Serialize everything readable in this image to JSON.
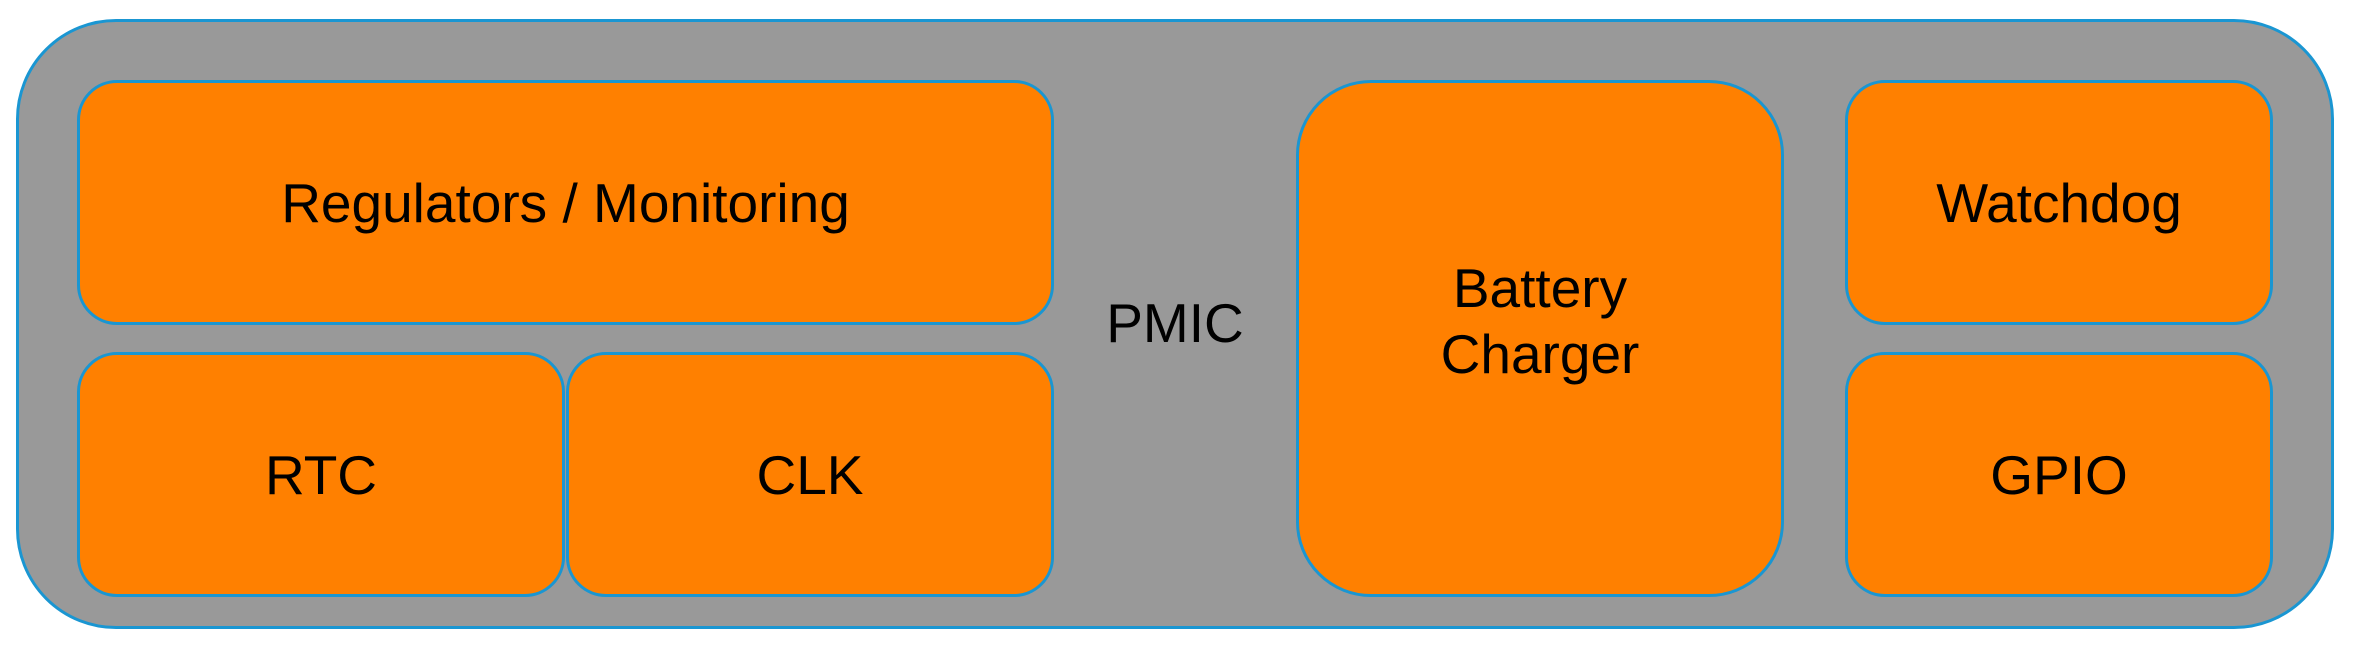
{
  "diagram": {
    "container_label": "PMIC",
    "blocks": {
      "regulators": "Regulators / Monitoring",
      "rtc": "RTC",
      "clk": "CLK",
      "battery_line1": "Battery",
      "battery_line2": "Charger",
      "watchdog": "Watchdog",
      "gpio": "GPIO"
    }
  },
  "colors": {
    "container_fill": "#999999",
    "block_fill": "#ff8000",
    "border": "#1a96d2",
    "text": "#000000"
  }
}
